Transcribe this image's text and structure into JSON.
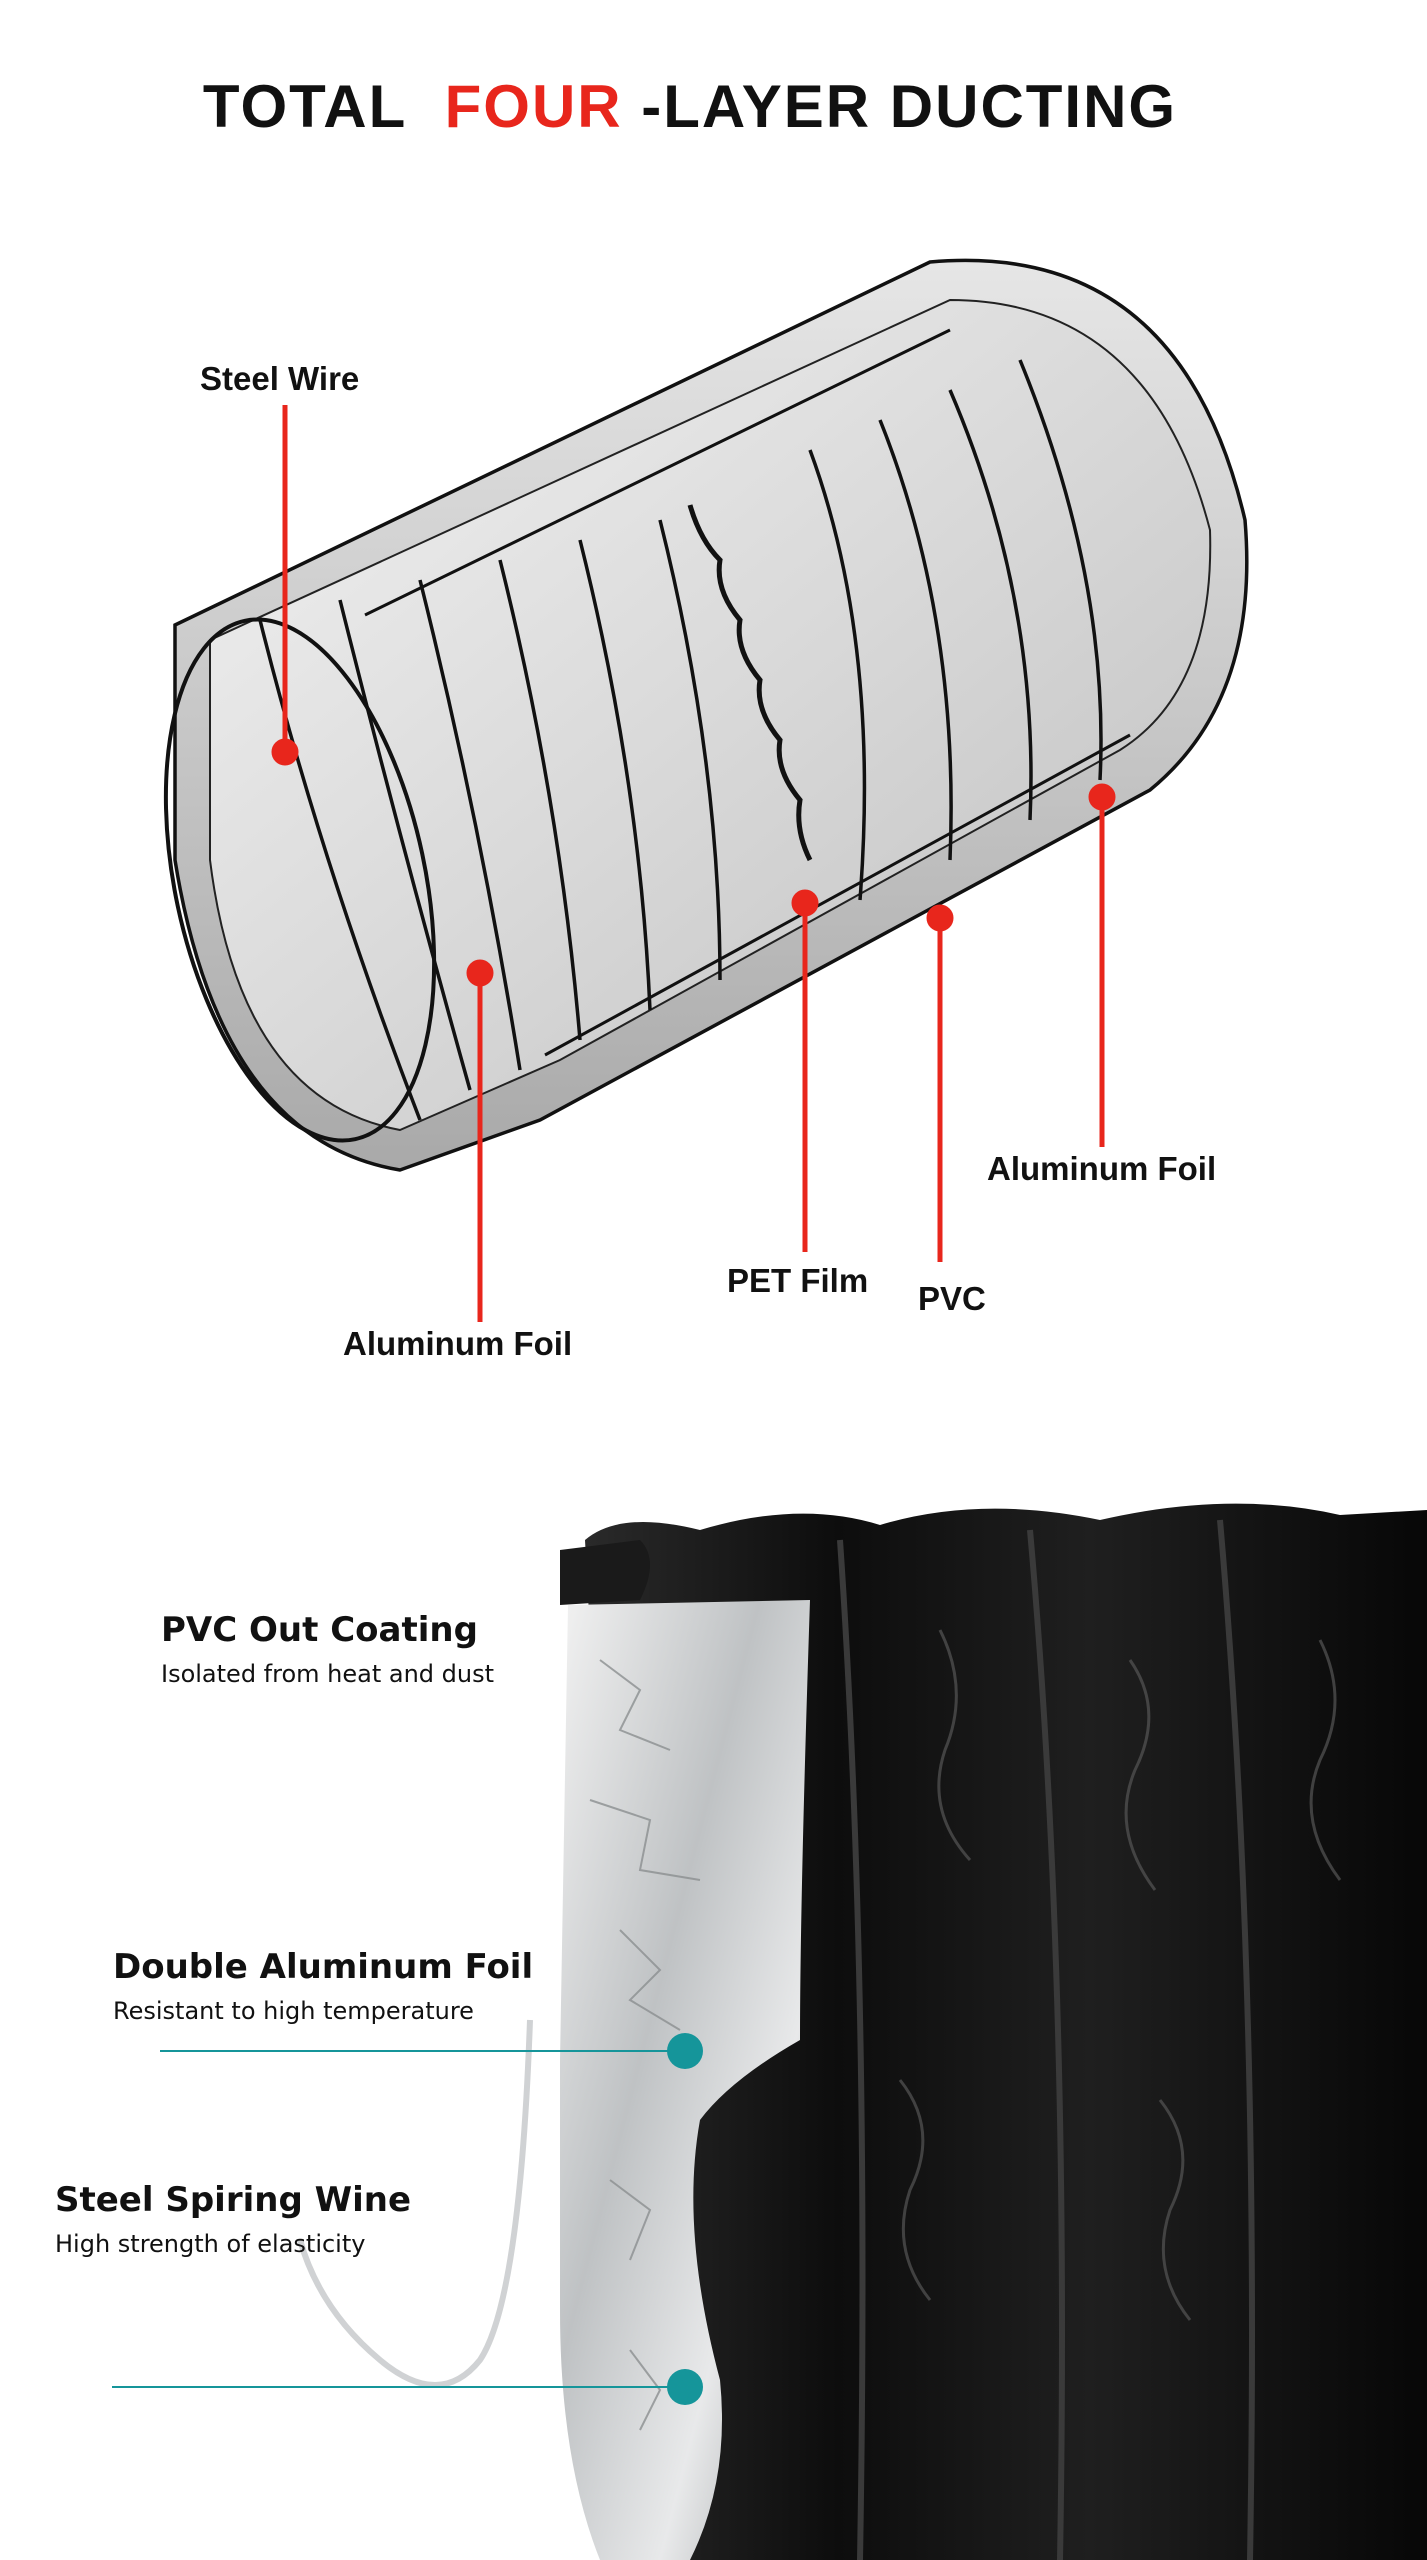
{
  "title": {
    "part1": "TOTAL",
    "part2": "FOUR",
    "part3": "-LAYER DUCTING",
    "highlight_color": "#e8261c"
  },
  "cutaway_labels": {
    "steel_wire": "Steel Wire",
    "aluminum_foil_inner": "Aluminum Foil",
    "pet_film": "PET Film",
    "pvc": "PVC",
    "aluminum_foil_outer": "Aluminum Foil"
  },
  "photo_labels": [
    {
      "heading": "PVC Out Coating",
      "subtitle": "Isolated from heat and dust"
    },
    {
      "heading": "Double Aluminum Foil",
      "subtitle": "Resistant to high temperature"
    },
    {
      "heading": "Steel Spiring Wine",
      "subtitle": "High strength of elasticity"
    }
  ],
  "colors": {
    "leader_red": "#e8261c",
    "teal_marker": "#15959a",
    "duct_black": "#111111",
    "foil_silver": "#d4d6d8"
  }
}
